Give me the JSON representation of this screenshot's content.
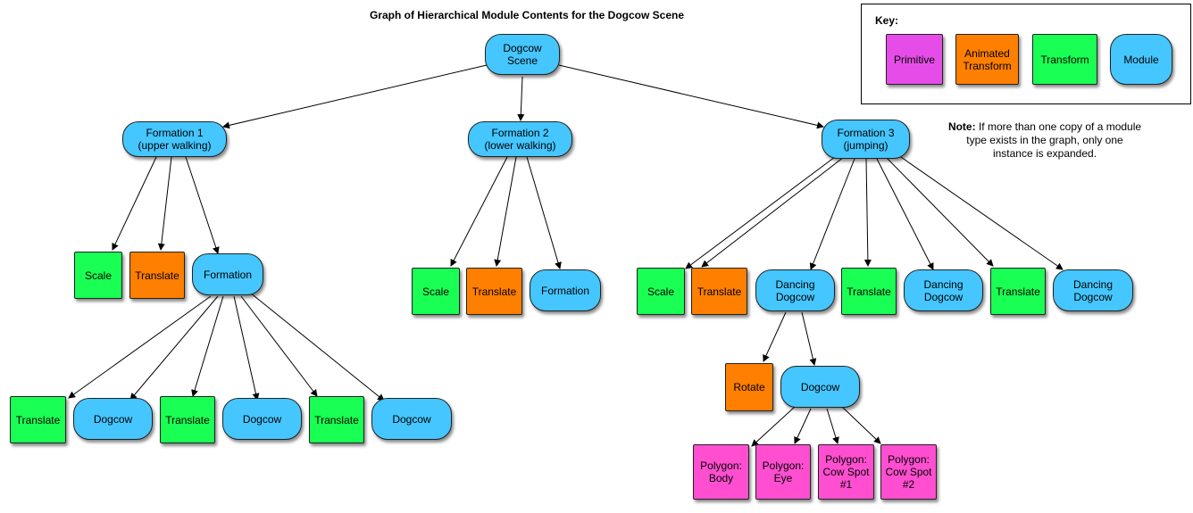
{
  "title": "Graph of Hierarchical Module Contents for the Dogcow Scene",
  "colors": {
    "primitive": "#e64de8",
    "animated_transform": "#ff7f00",
    "transform": "#19ff54",
    "module": "#45c6ff",
    "primitive_polygon": "#ff4fd0"
  },
  "key": {
    "title": "Key:",
    "primitive": "Primitive",
    "animated_transform": "Animated\nTransform",
    "transform": "Transform",
    "module": "Module"
  },
  "note": {
    "bold": "Note:",
    "text": " If more than one copy of a module type exists in the graph, only one instance is expanded."
  },
  "nodes": {
    "root": "Dogcow\nScene",
    "f1": "Formation 1\n(upper walking)",
    "f2": "Formation 2\n(lower walking)",
    "f3": "Formation 3\n(jumping)",
    "f1_scale": "Scale",
    "f1_translate": "Translate",
    "f1_formation": "Formation",
    "f1_t1": "Translate",
    "f1_d1": "Dogcow",
    "f1_t2": "Translate",
    "f1_d2": "Dogcow",
    "f1_t3": "Translate",
    "f1_d3": "Dogcow",
    "f2_scale": "Scale",
    "f2_translate": "Translate",
    "f2_formation": "Formation",
    "f3_scale": "Scale",
    "f3_translate": "Translate",
    "f3_dd1": "Dancing\nDogcow",
    "f3_t2": "Translate",
    "f3_dd2": "Dancing\nDogcow",
    "f3_t3": "Translate",
    "f3_dd3": "Dancing\nDogcow",
    "rotate": "Rotate",
    "dogcow": "Dogcow",
    "poly_body": "Polygon:\nBody",
    "poly_eye": "Polygon:\nEye",
    "poly_spot1": "Polygon:\nCow Spot\n#1",
    "poly_spot2": "Polygon:\nCow Spot\n#2"
  }
}
